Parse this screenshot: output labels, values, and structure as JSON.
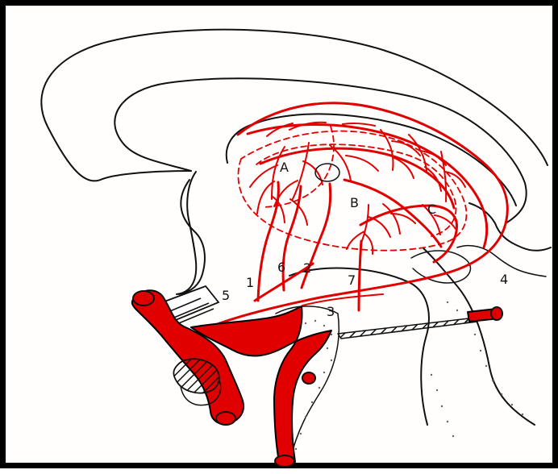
{
  "figure": {
    "labels": {
      "A": "A",
      "B": "B",
      "C": "C",
      "one": "1",
      "two": "2",
      "three": "3",
      "four": "4",
      "five": "5",
      "six": "6",
      "seven": "7"
    },
    "colors": {
      "vessel": "#e10000",
      "outline": "#111111",
      "background": "#fffefd"
    }
  }
}
